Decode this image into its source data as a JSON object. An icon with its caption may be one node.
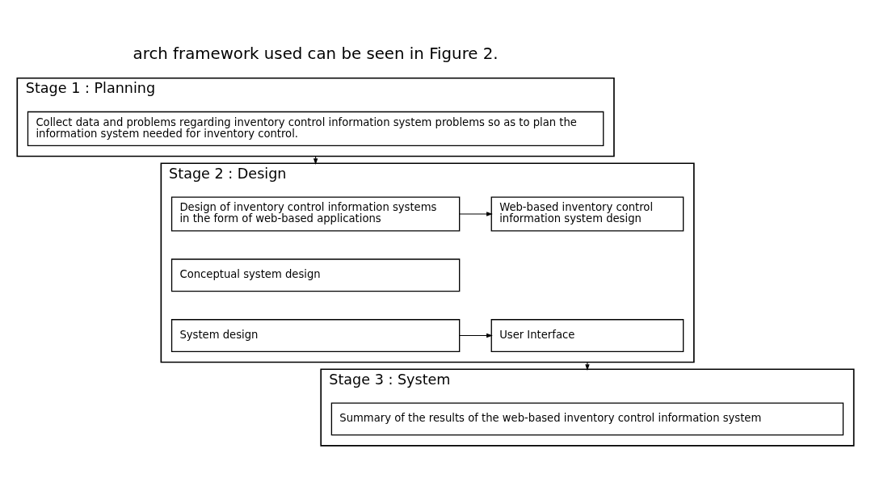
{
  "diagram": {
    "nodes": [
      {
        "text": [
          "Stage 1 : Planning"
        ]
      },
      {
        "text": [
          "Collect data and problems regarding inventory control information system problems so as to plan the information system needed for inventory control."
        ],
        "in": 0
      },
      {
        "text": [
          "Stage 2 : Design"
        ]
      },
      {
        "text": [
          "Design of inventory control information systems in the form of web-based applications"
        ],
        "in": 2
      },
      {
        "text": [
          "Web-based inventory control information system design"
        ],
        "in": 2
      },
      {
        "text": [
          "Conceptual system design"
        ],
        "in": 2
      },
      {
        "text": [
          "System design"
        ],
        "in": 2
      },
      {
        "text": [
          "User Interface"
        ],
        "in": 2
      },
      {
        "text": [
          "Stage 3 : System"
        ]
      },
      {
        "text": [
          "Summary of the results of the web-based inventory control information system"
        ],
        "in": 8
      }
    ],
    "edges": [
      {
        "from": 0,
        "to": 2,
        "arrow": "to"
      },
      {
        "from": 3,
        "to": 4,
        "arrow": "to"
      },
      {
        "from": 6,
        "to": 7,
        "arrow": "to"
      },
      {
        "from": 2,
        "to": 8,
        "arrow": "to"
      }
    ],
    "labels": [
      "arch framework used can be seen in Figure 2."
    ]
  }
}
